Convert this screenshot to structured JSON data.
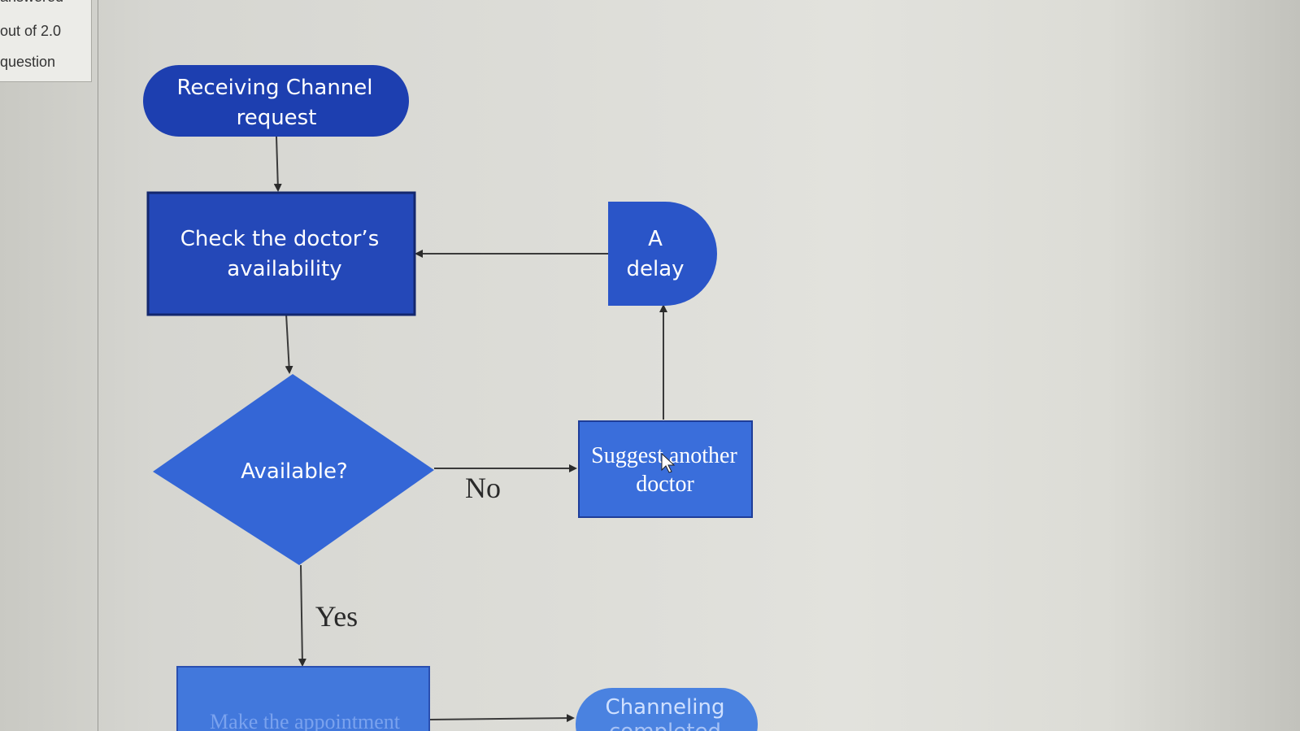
{
  "sidebar": {
    "status": "answered",
    "mark": "out of 2.0",
    "flag": "question"
  },
  "flowchart": {
    "start": {
      "line1": "Receiving Channel",
      "line2": "request"
    },
    "check": {
      "line1": "Check the doctor’s",
      "line2": "availability"
    },
    "decision": {
      "label": "Available?"
    },
    "delay": {
      "line1": "A",
      "line2": "delay"
    },
    "suggest": {
      "line1": "Suggest another",
      "line2": "doctor"
    },
    "no_label": "No",
    "yes_label": "Yes",
    "appointment": {
      "label": "Make the appointment"
    },
    "end": {
      "line1": "Channeling",
      "line2": "completed"
    }
  },
  "colors": {
    "dark_blue": "#1d3fb0",
    "mid_blue": "#2f5fce",
    "light_blue": "#3f76dc",
    "connector": "#3a3a3a"
  }
}
